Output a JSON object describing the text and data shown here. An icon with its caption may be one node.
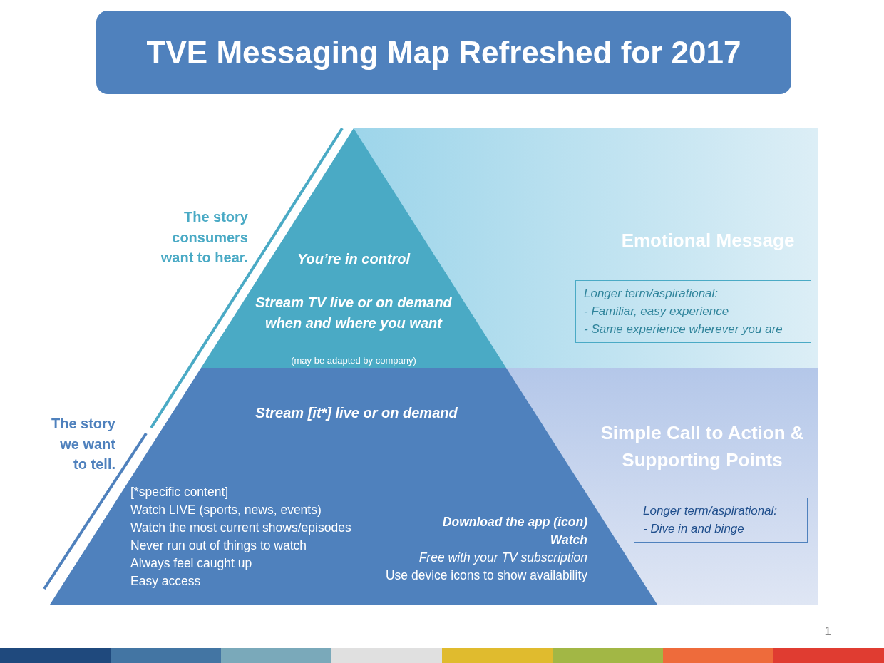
{
  "diagram": {
    "title": "TVE Messaging Map Refreshed for 2017",
    "nodes": [
      {
        "text": [
          "Emotional Message"
        ]
      },
      {
        "text": [
          "Longer term/aspirational:",
          "- Familiar, easy experience",
          "- Same experience wherever you are"
        ],
        "in": 0
      },
      {
        "text": [
          "You’re in control",
          "Stream TV live or on demand when and where you want",
          "(may be adapted by company)"
        ]
      },
      {
        "text": [
          "Simple Call to Action & Supporting Points"
        ]
      },
      {
        "text": [
          "Longer term/aspirational:",
          "- Dive in and binge"
        ],
        "in": 3
      },
      {
        "text": [
          "Stream [it*] live or on demand",
          "[*specific content]",
          "Watch LIVE (sports, news, events)",
          "Watch the most current shows/episodes",
          "Never run out of things to watch",
          "Always feel caught up",
          "Easy access",
          "Download the app (icon)",
          "Watch",
          "Free with your TV subscription",
          "Use device icons to show availability"
        ]
      }
    ],
    "labels": [
      "The story consumers want to hear.",
      "The story we want to tell.",
      "1"
    ]
  }
}
